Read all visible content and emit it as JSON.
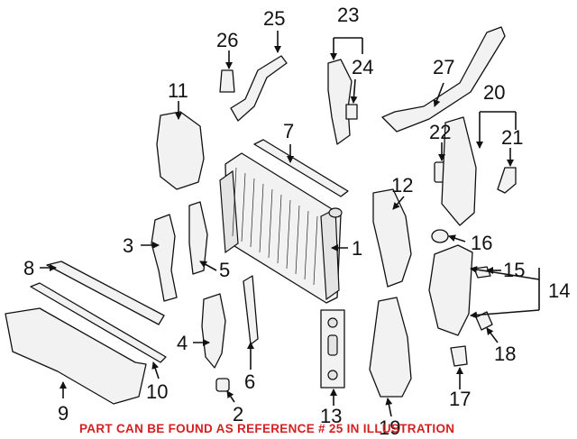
{
  "labels": {
    "n1": "1",
    "n2": "2",
    "n3": "3",
    "n4": "4",
    "n5": "5",
    "n6": "6",
    "n7": "7",
    "n8": "8",
    "n9": "9",
    "n10": "10",
    "n11": "11",
    "n12": "12",
    "n13": "13",
    "n14": "14",
    "n15": "15",
    "n16": "16",
    "n17": "17",
    "n18": "18",
    "n19": "19",
    "n20": "20",
    "n21": "21",
    "n22": "22",
    "n23": "23",
    "n24": "24",
    "n25": "25",
    "n26": "26",
    "n27": "27"
  },
  "note": "PART CAN BE FOUND AS REFERENCE # 25 IN ILLUSTRATION",
  "colors": {
    "note": "#d42020",
    "ink": "#111111",
    "background": "#ffffff"
  }
}
